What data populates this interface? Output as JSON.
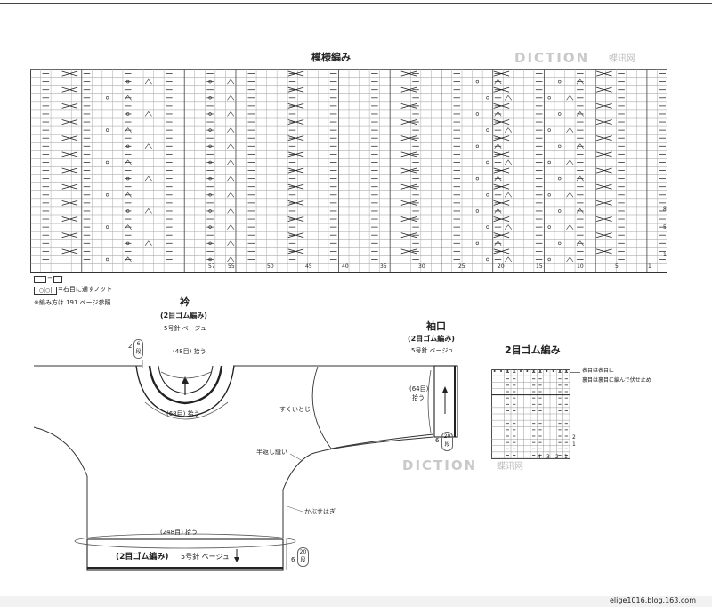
{
  "chart_titles": {
    "pattern": "模様編み",
    "rib": "2目ゴム編み"
  },
  "watermark": {
    "brand": "DICTION",
    "cn": "蝶讯网"
  },
  "pattern_chart": {
    "col_numbers": [
      "57",
      "55",
      "50",
      "45",
      "40",
      "35",
      "30",
      "25",
      "20",
      "15",
      "10",
      "5",
      "1"
    ],
    "row_numbers": [
      "8",
      "5",
      "1"
    ]
  },
  "legend": {
    "purl_symbol": "=",
    "knot_text": "=右目に通すノット",
    "note": "※編み方は 191 ページ参照"
  },
  "collar": {
    "title": "衿",
    "subtitle": "(2目ゴム編み)",
    "needle": "5号針 ベージュ",
    "pickup_top": "(48目) 拾う",
    "pickup_bottom": "(68目) 拾う",
    "height": "2",
    "height_rows": "6",
    "height_rows_unit": "段"
  },
  "cuff": {
    "title": "袖口",
    "subtitle": "(2目ゴム編み)",
    "needle": "5号針 ベージュ",
    "pickup": "(64目)",
    "pickup2": "拾う",
    "height": "6",
    "height_rows": "20",
    "height_rows_unit": "段"
  },
  "body_notes": {
    "sukui": "すくいとじ",
    "hangaeshi": "半返し縫い",
    "kabuse": "かぶせはぎ"
  },
  "hem": {
    "pickup": "(248目) 拾う",
    "label": "(2目ゴム編み)",
    "needle": "5号針 ベージュ",
    "height": "6",
    "height_rows": "20",
    "height_rows_unit": "段"
  },
  "rib_chart": {
    "legend1": "表目は表目に",
    "legend2": "裏目は裏目に編んで伏せ止め",
    "col_numbers": [
      "4",
      "3",
      "2",
      "1"
    ],
    "row_numbers": [
      "2",
      "1"
    ]
  },
  "footer": {
    "url": "elige1016.blog.163.com"
  }
}
